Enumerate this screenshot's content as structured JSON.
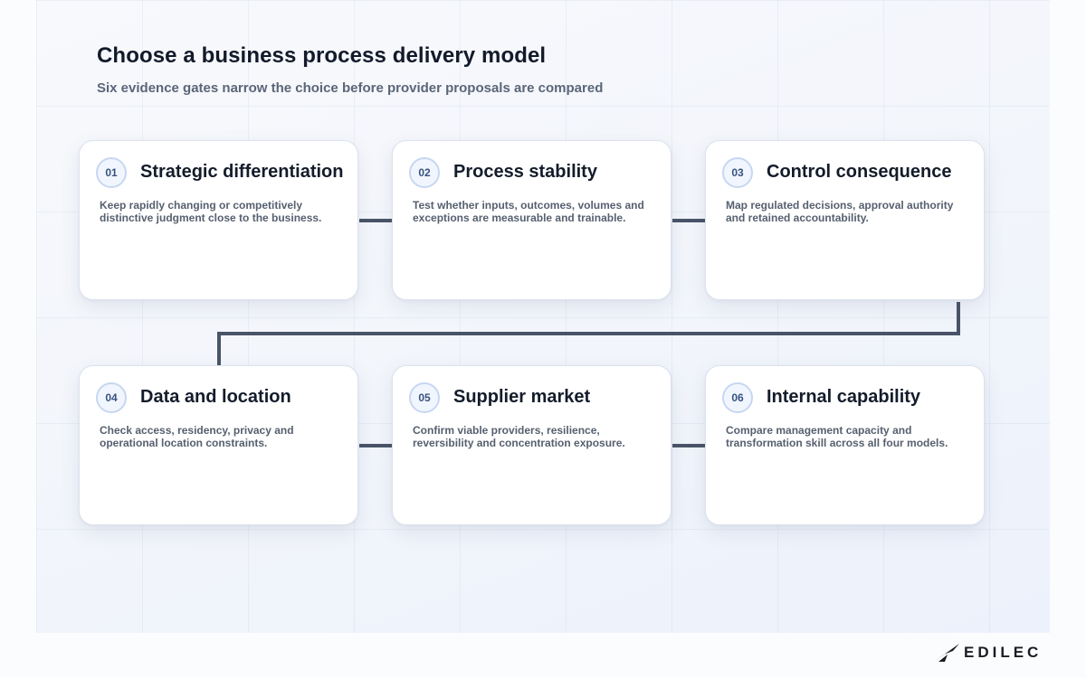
{
  "header": {
    "title": "Choose a business process delivery model",
    "subtitle": "Six evidence gates narrow the choice before provider proposals are compared"
  },
  "gates": [
    {
      "number": "01",
      "title": "Strategic differentiation",
      "description": "Keep rapidly changing or competitively distinctive judgment close to the business."
    },
    {
      "number": "02",
      "title": "Process stability",
      "description": "Test whether inputs, outcomes, volumes and exceptions are measurable and trainable."
    },
    {
      "number": "03",
      "title": "Control consequence",
      "description": "Map regulated decisions, approval authority and retained accountability."
    },
    {
      "number": "04",
      "title": "Data and location",
      "description": "Check access, residency, privacy and operational location constraints."
    },
    {
      "number": "05",
      "title": "Supplier market",
      "description": "Confirm viable providers, resilience, reversibility and concentration exposure."
    },
    {
      "number": "06",
      "title": "Internal capability",
      "description": "Compare management capacity and transformation skill across all four models."
    }
  ],
  "logo": {
    "name": "EDILEC",
    "icon": "edilec-mark-icon"
  }
}
